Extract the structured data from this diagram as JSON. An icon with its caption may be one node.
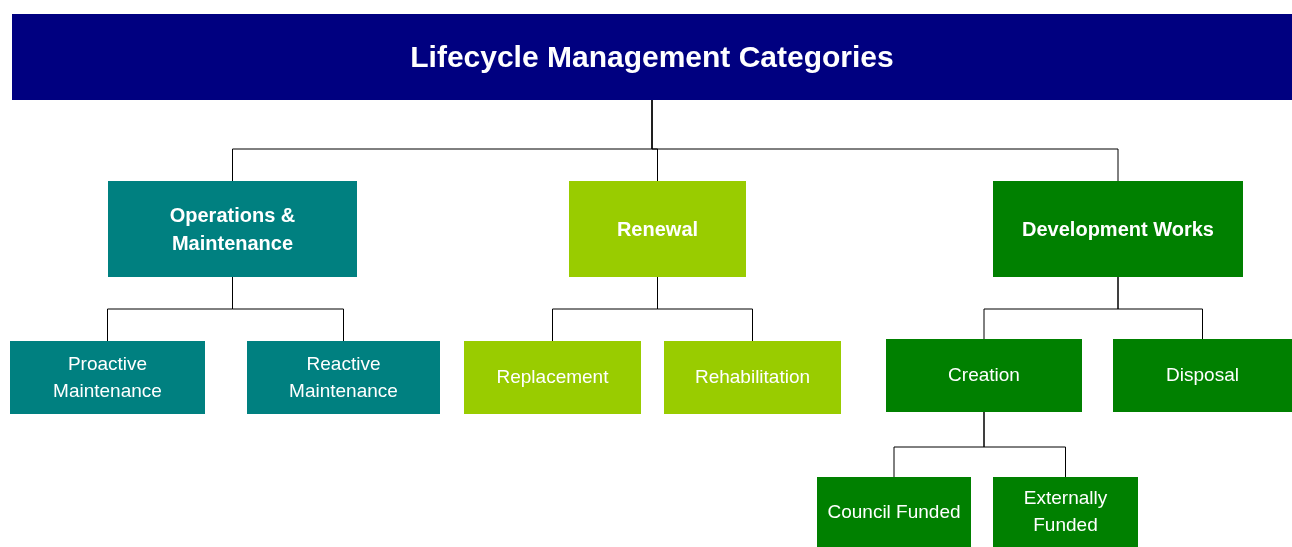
{
  "diagram": {
    "nodes": [
      {
        "text": [
          "Lifecycle Management Categories"
        ]
      },
      {
        "text": [
          "Operations & Maintenance"
        ]
      },
      {
        "text": [
          "Renewal"
        ]
      },
      {
        "text": [
          "Development Works"
        ]
      },
      {
        "text": [
          "Proactive Maintenance"
        ]
      },
      {
        "text": [
          "Reactive Maintenance"
        ]
      },
      {
        "text": [
          "Replacement"
        ]
      },
      {
        "text": [
          "Rehabilitation"
        ]
      },
      {
        "text": [
          "Creation"
        ]
      },
      {
        "text": [
          "Disposal"
        ]
      },
      {
        "text": [
          "Council Funded"
        ]
      },
      {
        "text": [
          "Externally Funded"
        ]
      }
    ],
    "edges": [
      {
        "from": 0,
        "to": 1,
        "arrow": "none"
      },
      {
        "from": 0,
        "to": 2,
        "arrow": "none"
      },
      {
        "from": 0,
        "to": 3,
        "arrow": "none"
      },
      {
        "from": 1,
        "to": 4,
        "arrow": "none"
      },
      {
        "from": 1,
        "to": 5,
        "arrow": "none"
      },
      {
        "from": 2,
        "to": 6,
        "arrow": "none"
      },
      {
        "from": 2,
        "to": 7,
        "arrow": "none"
      },
      {
        "from": 3,
        "to": 8,
        "arrow": "none"
      },
      {
        "from": 3,
        "to": 9,
        "arrow": "none"
      },
      {
        "from": 8,
        "to": 10,
        "arrow": "none"
      },
      {
        "from": 8,
        "to": 11,
        "arrow": "none"
      }
    ]
  }
}
